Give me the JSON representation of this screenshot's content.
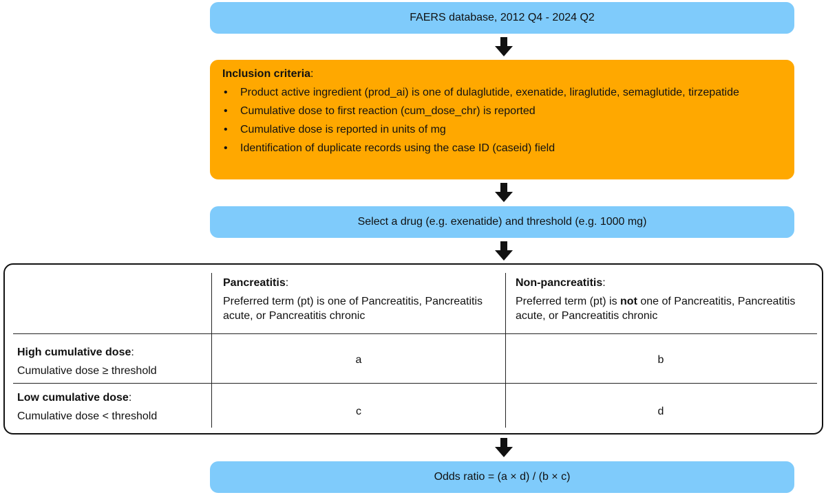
{
  "step1": {
    "text": "FAERS database, 2012 Q4 - 2024 Q2"
  },
  "inclusion": {
    "heading": "Inclusion criteria",
    "colon": ":",
    "items": [
      "Product active ingredient (prod_ai) is one of dulaglutide, exenatide, liraglutide, semaglutide, tirzepatide",
      "Cumulative dose to first reaction (cum_dose_chr) is reported",
      "Cumulative dose is reported in units of mg",
      "Identification of duplicate records using the case ID (caseid) field"
    ]
  },
  "step3": {
    "text": "Select a drug (e.g. exenatide) and threshold (e.g. 1000 mg)"
  },
  "table": {
    "col_pancreatitis": {
      "title": "Pancreatitis",
      "colon": ":",
      "desc": "Preferred term (pt) is one of Pancreatitis, Pancreatitis acute, or Pancreatitis chronic"
    },
    "col_non": {
      "title": "Non-pancreatitis",
      "colon": ":",
      "desc_pre": "Preferred term (pt) is ",
      "desc_not": "not",
      "desc_post": " one of Pancreatitis, Pancreatitis acute, or Pancreatitis chronic"
    },
    "row_high": {
      "title": "High cumulative dose",
      "colon": ":",
      "desc": "Cumulative dose ≥ threshold"
    },
    "row_low": {
      "title": "Low cumulative dose",
      "colon": ":",
      "desc": "Cumulative dose < threshold"
    },
    "cells": {
      "a": "a",
      "b": "b",
      "c": "c",
      "d": "d"
    }
  },
  "step5": {
    "text": "Odds ratio = (a × d) / (b × c)"
  },
  "colors": {
    "blue": "#7fcbfb",
    "orange": "#ffa800",
    "arrow": "#111111"
  }
}
